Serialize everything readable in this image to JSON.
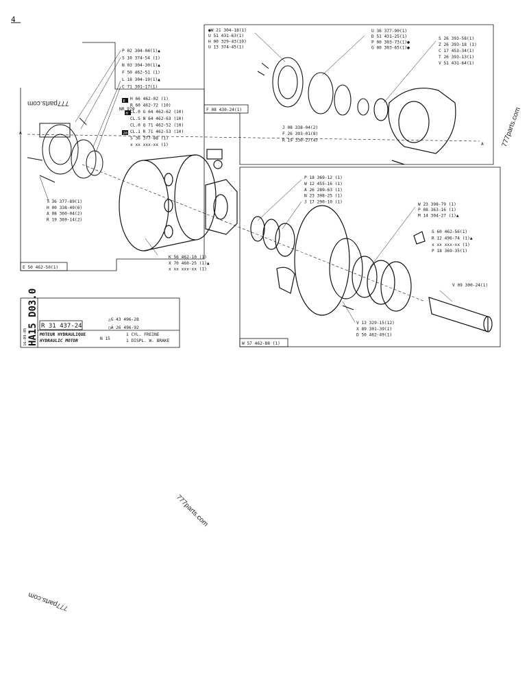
{
  "corner_mark": "4",
  "callouts": {
    "top_left": [
      "P 02 304-04(1)▲",
      "S 10 374-54 (1)",
      "N 03 304-30(1)▲",
      "F 50 462-51 (1)",
      "L 18 304-19(1)▲",
      "C 71 301-17(1)"
    ],
    "middle_top": [
      "H 66 462-02 (1)",
      "R 60 462-72 (10)",
      "CL.0 G 64 462-62 (10)",
      "CL.S N 64 462-63 (10)",
      "CL.0 Q 71 462-52 (10)",
      "CL.1 R 71 462-53 (10)",
      "S 36 377-88 (1)",
      "x xx xxx-xx (1)"
    ],
    "nr_marker": "NR 979",
    "box_labels": [
      "E",
      "H",
      "20"
    ],
    "bottom_left": [
      "T 36 377-89(1)",
      "H 00 338-40(6)",
      "A 08 360-04(2)",
      "R 19 369-14(2)"
    ],
    "center_bottom": [
      "K 56 462-10 (1)",
      "X 70 460-25 (1)▲",
      "x xx xxx-xx (1)"
    ],
    "left_box_code": "E 50 462-50(1)",
    "top_center_box_code": "F 08 430-24(1)",
    "top_center": [
      "●W 21 304-18(1)",
      "U 51 431-63(1)",
      "H 00 329-43(10)",
      "U 13 374-45(1)"
    ],
    "top_center_right": [
      "U 36 377-90(1)",
      "D 51 431-25(1)",
      "P 00 303-73(1)●",
      "G 00 303-65(1)●"
    ],
    "top_right": [
      "S 26 393-58(1)",
      "Z 26 393-18 (1)",
      "C 17 453-34(1)",
      "T 26 393-13(1)",
      "V 51 431-64(1)"
    ],
    "top_right_bottom": [
      "J 08 338-04(2)",
      "F 26 393-01(8)",
      "R 19 330-27(4)"
    ],
    "right_box_left": [
      "P 18 369-12 (1)",
      "W 12 455-16 (1)",
      "A 26 289-63 (1)",
      "N 23 398-25 (1)",
      "J 17 290-10 (1)"
    ],
    "right_box_right": [
      "W 23 398-79 (1)",
      "P 08 363-16 (1)",
      "M 14 304-27 (1)▲"
    ],
    "right_box_side": [
      "S 60 462-56(1)",
      "R 12 496-74 (1)▲",
      "x xx xxx-xx (1)",
      "P 18 369-35(1)"
    ],
    "shaft": "V 09 300-24(1)",
    "right_box_bottom": [
      "V 13 329-15(12)",
      "X 89 301-39(1)",
      "D 50 462-49(1)"
    ],
    "right_box_code": "W 57 462-88 (1)"
  },
  "title_block": {
    "side_code": "HA15 D03.0",
    "side_date": "16-09-85",
    "part_number": "R 31 437-24",
    "alt_1": "△G 43 496-28",
    "alt_2": "○A 26 496-92",
    "title_fr": "MOTEUR HYDRAULIQUE",
    "title_en": "HYDRAULIC MOTOR",
    "model": "N 15",
    "variant_fr": "1 CYL. FREINE",
    "variant_en": "1 DISPL. W. BRAKE"
  },
  "watermark": "777parts.com",
  "axis_marker": "A"
}
